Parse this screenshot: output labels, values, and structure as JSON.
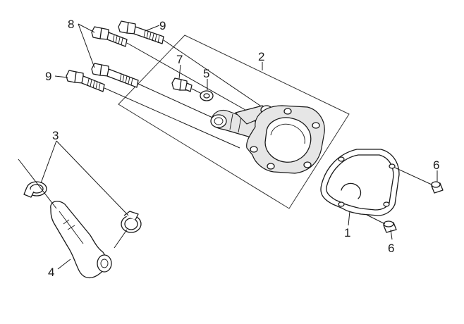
{
  "diagram": {
    "callouts": [
      {
        "id": "label-8",
        "text": "8"
      },
      {
        "id": "label-9-top",
        "text": "9"
      },
      {
        "id": "label-9-left",
        "text": "9"
      },
      {
        "id": "label-2",
        "text": "2"
      },
      {
        "id": "label-7",
        "text": "7"
      },
      {
        "id": "label-5",
        "text": "5"
      },
      {
        "id": "label-3",
        "text": "3"
      },
      {
        "id": "label-6-top",
        "text": "6"
      },
      {
        "id": "label-1",
        "text": "1"
      },
      {
        "id": "label-6-bottom",
        "text": "6"
      },
      {
        "id": "label-4",
        "text": "4"
      }
    ]
  }
}
